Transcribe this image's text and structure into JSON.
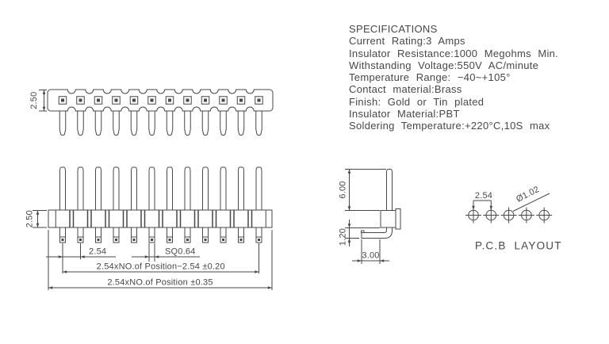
{
  "colors": {
    "line": "#474747",
    "ink": "#474747",
    "background": "#ffffff"
  },
  "specs": {
    "lines": [
      "SPECIFICATIONS",
      "Current Rating:3 Amps",
      "Insulator Resistance:1000 Megohms Min.",
      "Withstanding Voltage:550V AC/minute",
      "Temperature Range: −40~+105°",
      "Contact material:Brass",
      "Finish: Gold or Tin plated",
      "Insulator Material:PBT",
      "Soldering Temperature:+220°C,10S max"
    ]
  },
  "top_view": {
    "pin_count": 12,
    "height_dim": "2.50"
  },
  "front_view": {
    "pin_count": 12,
    "height_dim": "2.50",
    "dim_pitch": "2.54",
    "dim_pin_square": "SQ0.64",
    "dim_span": "2.54xNO.of Position−2.54 ±0.20",
    "dim_overall": "2.54xNO.of Position ±0.35"
  },
  "side_view": {
    "dim_pin_length": "6.00",
    "dim_tail_drop": "1.20",
    "dim_tail_length": "3.00"
  },
  "pcb_layout": {
    "pad_count": 5,
    "dim_pitch": "2.54",
    "dim_hole": "Ø1.02",
    "caption": "P.C.B LAYOUT"
  }
}
